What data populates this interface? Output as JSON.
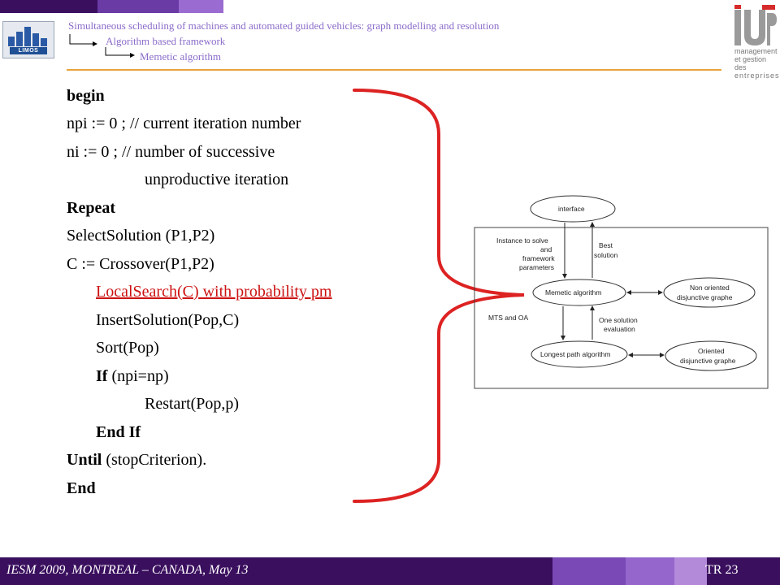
{
  "header": {
    "logo_left_text": "LIMOS",
    "breadcrumb_1": "Simultaneous scheduling of machines and automated guided vehicles: graph modelling and resolution",
    "breadcrumb_2": "Algorithm based framework",
    "breadcrumb_3": "Memetic algorithm",
    "logo_right_tagline_1": "management",
    "logo_right_tagline_2": "et gestion des",
    "logo_right_tagline_3": "entreprises"
  },
  "code": {
    "l1": "begin",
    "l2": "npi := 0 ;   // current iteration number",
    "l3": "ni := 0 ;    // number of successive",
    "l4": "unproductive iteration",
    "l5": "Repeat",
    "l6": "SelectSolution (P1,P2)",
    "l7": "C := Crossover(P1,P2)",
    "l8": "LocalSearch(C) with probability pm",
    "l9": "InsertSolution(Pop,C)",
    "l10": "Sort(Pop)",
    "l11_kw": "If",
    "l11_rest": " (npi=np)",
    "l12": "Restart(Pop,p)",
    "l13": "End If",
    "l14_kw": "Until",
    "l14_rest": " (stopCriterion).",
    "l15": "End"
  },
  "diagram": {
    "interface": "interface",
    "memetic": "Memetic algorithm",
    "longest": "Longest path algorithm",
    "non_oriented_1": "Non oriented",
    "non_oriented_2": "disjunctive graphe",
    "oriented_1": "Oriented",
    "oriented_2": "disjunctive graphe",
    "instance_1": "Instance to solve",
    "instance_2": "and",
    "instance_3": "framework",
    "instance_4": "parameters",
    "best_1": "Best",
    "best_2": "solution",
    "mts": "MTS and OA",
    "one_1": "One solution",
    "one_2": "evaluation"
  },
  "footer": {
    "left": "IESM 2009, MONTREAL – CANADA, May 13",
    "right": "TR 23"
  },
  "colors": {
    "footer_bg": "#3a0f5e",
    "breadcrumb": "#8a6bc9",
    "accent_rule": "#e8a33a",
    "brace": "#dd2222",
    "highlight": "#cc1111"
  }
}
